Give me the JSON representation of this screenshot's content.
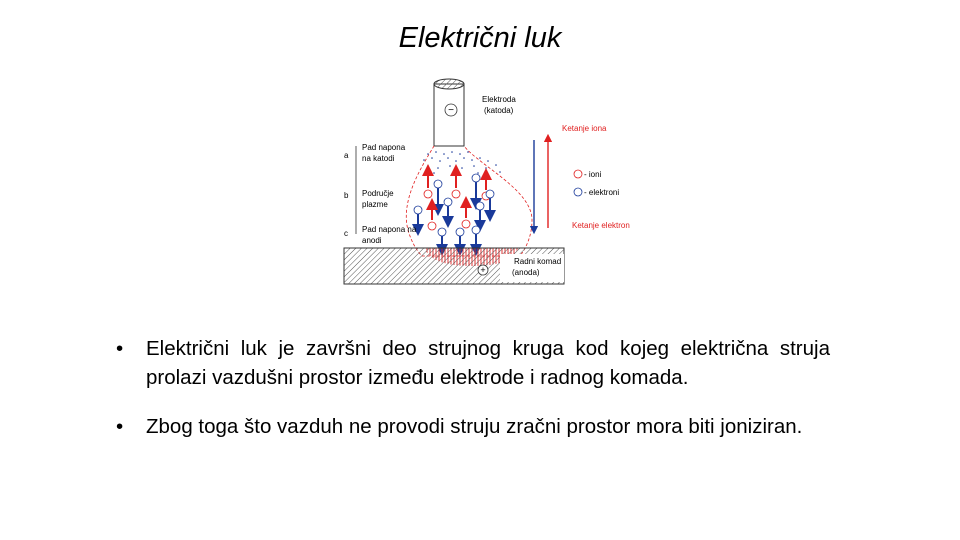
{
  "title": "Električni luk",
  "diagram": {
    "electrode_label_1": "Elektroda",
    "electrode_label_2": "(katoda)",
    "cathode_sign": "−",
    "anode_sign": "+",
    "ion_motion": "Ketanje iona",
    "electron_motion": "Ketanje elektrona",
    "legend_ions": "- ioni",
    "legend_electrons": "- elektroni",
    "zone_a": "a",
    "zone_b": "b",
    "zone_c": "c",
    "zone_a_label_1": "Pad napona",
    "zone_a_label_2": "na katodi",
    "zone_b_label_1": "Područje",
    "zone_b_label_2": "plazme",
    "zone_c_label_1": "Pad napona na",
    "zone_c_label_2": "anodi",
    "workpiece_label_1": "Radni komad",
    "workpiece_label_2": "(anoda)",
    "colors": {
      "ion": "#e02020",
      "electron": "#1a3a9a",
      "arc_outline": "#e02020"
    }
  },
  "bullets": [
    "Električni luk je završni deo strujnog kruga kod kojeg električna struja prolazi vazdušni prostor između elektrode i radnog komada.",
    "Zbog toga što vazduh ne provodi struju zračni prostor mora biti joniziran."
  ]
}
